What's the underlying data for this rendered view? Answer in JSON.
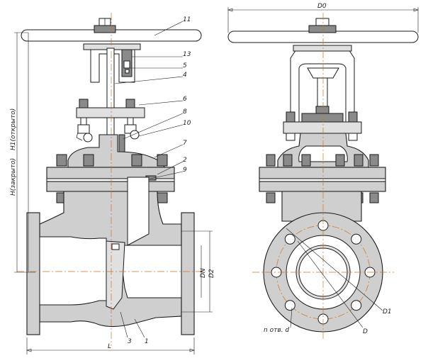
{
  "callouts": {
    "c1": "1",
    "c2": "2",
    "c3": "3",
    "c4": "4",
    "c5": "5",
    "c6": "6",
    "c7": "7",
    "c8": "8",
    "c9": "9",
    "c10": "10",
    "c11": "11",
    "c13": "13"
  },
  "dimensions": {
    "h_closed": "H(закрыто)",
    "h1_open": "H1(открыто)",
    "length": "L",
    "dn": "DN",
    "d2": "D2",
    "d0": "D0",
    "d1": "D1",
    "d": "D",
    "holes": "n отв. d"
  },
  "colors": {
    "centerline": "#c8761f",
    "body_fill": "#cfcfcf",
    "line": "#1a1a1a"
  }
}
